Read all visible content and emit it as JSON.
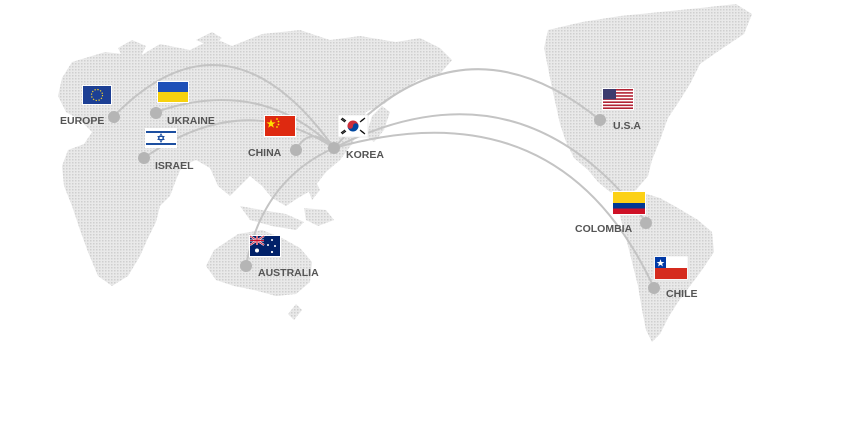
{
  "map": {
    "hub": "KOREA",
    "colors": {
      "land": "#d9d9d9",
      "route_line": "#bfbfbf",
      "marker": "#b5b5b5",
      "label": "#555555"
    },
    "locations": [
      {
        "id": "europe",
        "label": "EUROPE",
        "flag": "eu-flag-icon"
      },
      {
        "id": "ukraine",
        "label": "UKRAINE",
        "flag": "ukraine-flag-icon"
      },
      {
        "id": "israel",
        "label": "ISRAEL",
        "flag": "israel-flag-icon"
      },
      {
        "id": "china",
        "label": "CHINA",
        "flag": "china-flag-icon"
      },
      {
        "id": "korea",
        "label": "KOREA",
        "flag": "korea-flag-icon"
      },
      {
        "id": "australia",
        "label": "AUSTRALIA",
        "flag": "australia-flag-icon"
      },
      {
        "id": "usa",
        "label": "U.S.A",
        "flag": "usa-flag-icon"
      },
      {
        "id": "colombia",
        "label": "COLOMBIA",
        "flag": "colombia-flag-icon"
      },
      {
        "id": "chile",
        "label": "CHILE",
        "flag": "chile-flag-icon"
      }
    ]
  }
}
